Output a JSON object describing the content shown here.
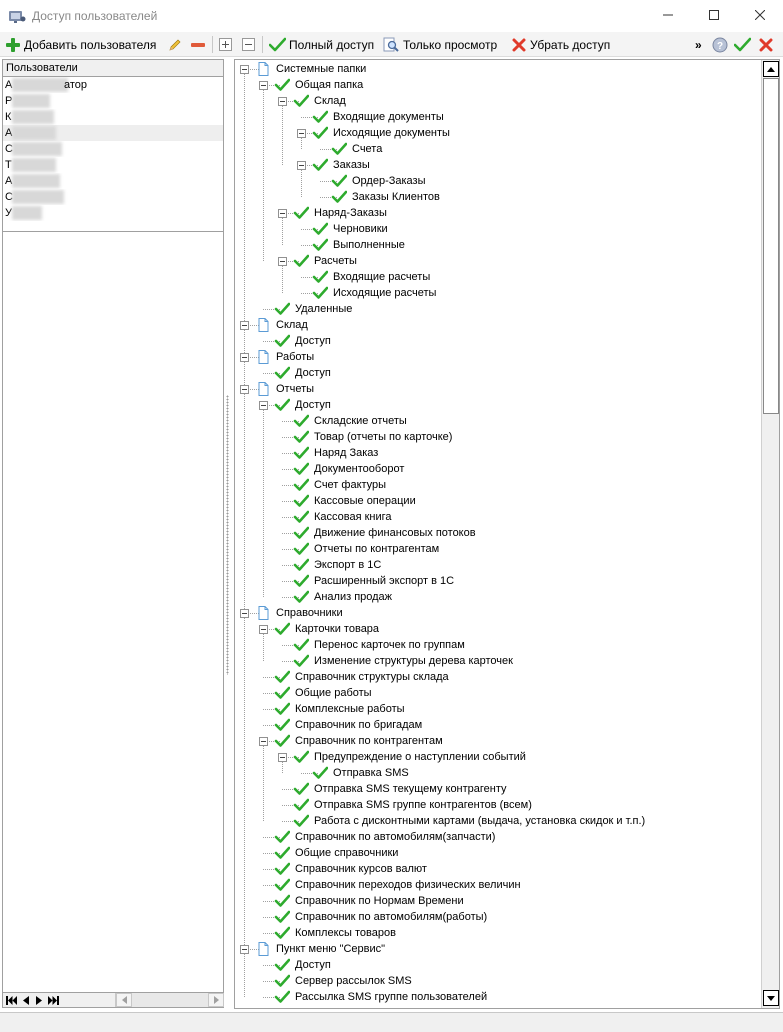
{
  "window": {
    "title": "Доступ пользователей",
    "minimize": "—",
    "maximize": "☐",
    "close": "✕"
  },
  "toolbar": {
    "add_user": "Добавить пользователя",
    "full_access": "Полный доступ",
    "view_only": "Только просмотр",
    "remove_access": "Убрать доступ",
    "overflow": "»"
  },
  "users": {
    "header": "Пользователи",
    "rows": [
      {
        "first": "А",
        "rest": "атор",
        "selected": false
      },
      {
        "first": "Р",
        "rest": "",
        "selected": false
      },
      {
        "first": "К",
        "rest": "",
        "selected": false
      },
      {
        "first": "А",
        "rest": "",
        "selected": true
      },
      {
        "first": "С",
        "rest": "",
        "selected": false
      },
      {
        "first": "Т",
        "rest": "",
        "selected": false
      },
      {
        "first": "А",
        "rest": "",
        "selected": false
      },
      {
        "first": "С",
        "rest": "",
        "selected": false
      },
      {
        "first": "У",
        "rest": "",
        "selected": false
      }
    ]
  },
  "colors": {
    "check": "#2eab2e",
    "doc": "#5b9bd5",
    "add": "#2e9f2e",
    "remove": "#e03a2a"
  },
  "tree": [
    {
      "label": "Системные папки",
      "level": 0,
      "icon": "doc",
      "expandable": true
    },
    {
      "label": "Общая папка",
      "level": 1,
      "icon": "check",
      "expandable": true
    },
    {
      "label": "Склад",
      "level": 2,
      "icon": "check",
      "expandable": true
    },
    {
      "label": "Входящие документы",
      "level": 3,
      "icon": "check",
      "expandable": false
    },
    {
      "label": "Исходящие документы",
      "level": 3,
      "icon": "check",
      "expandable": true
    },
    {
      "label": "Счета",
      "level": 4,
      "icon": "check",
      "expandable": false
    },
    {
      "label": "Заказы",
      "level": 3,
      "icon": "check",
      "expandable": true
    },
    {
      "label": "Ордер-Заказы",
      "level": 4,
      "icon": "check",
      "expandable": false
    },
    {
      "label": "Заказы Клиентов",
      "level": 4,
      "icon": "check",
      "expandable": false
    },
    {
      "label": "Наряд-Заказы",
      "level": 2,
      "icon": "check",
      "expandable": true
    },
    {
      "label": "Черновики",
      "level": 3,
      "icon": "check",
      "expandable": false
    },
    {
      "label": "Выполненные",
      "level": 3,
      "icon": "check",
      "expandable": false
    },
    {
      "label": "Расчеты",
      "level": 2,
      "icon": "check",
      "expandable": true
    },
    {
      "label": "Входящие расчеты",
      "level": 3,
      "icon": "check",
      "expandable": false
    },
    {
      "label": "Исходящие расчеты",
      "level": 3,
      "icon": "check",
      "expandable": false
    },
    {
      "label": "Удаленные",
      "level": 1,
      "icon": "check",
      "expandable": false
    },
    {
      "label": "Склад",
      "level": 0,
      "icon": "doc",
      "expandable": true
    },
    {
      "label": "Доступ",
      "level": 1,
      "icon": "check",
      "expandable": false
    },
    {
      "label": "Работы",
      "level": 0,
      "icon": "doc",
      "expandable": true
    },
    {
      "label": "Доступ",
      "level": 1,
      "icon": "check",
      "expandable": false
    },
    {
      "label": "Отчеты",
      "level": 0,
      "icon": "doc",
      "expandable": true
    },
    {
      "label": "Доступ",
      "level": 1,
      "icon": "check",
      "expandable": true
    },
    {
      "label": "Складские отчеты",
      "level": 2,
      "icon": "check",
      "expandable": false
    },
    {
      "label": "Товар (отчеты по карточке)",
      "level": 2,
      "icon": "check",
      "expandable": false
    },
    {
      "label": "Наряд Заказ",
      "level": 2,
      "icon": "check",
      "expandable": false
    },
    {
      "label": "Документооборот",
      "level": 2,
      "icon": "check",
      "expandable": false
    },
    {
      "label": "Счет фактуры",
      "level": 2,
      "icon": "check",
      "expandable": false
    },
    {
      "label": "Кассовые операции",
      "level": 2,
      "icon": "check",
      "expandable": false
    },
    {
      "label": "Кассовая книга",
      "level": 2,
      "icon": "check",
      "expandable": false
    },
    {
      "label": "Движение финансовых потоков",
      "level": 2,
      "icon": "check",
      "expandable": false
    },
    {
      "label": "Отчеты по контрагентам",
      "level": 2,
      "icon": "check",
      "expandable": false
    },
    {
      "label": "Экспорт в 1С",
      "level": 2,
      "icon": "check",
      "expandable": false
    },
    {
      "label": "Расширенный экспорт в 1С",
      "level": 2,
      "icon": "check",
      "expandable": false
    },
    {
      "label": "Анализ продаж",
      "level": 2,
      "icon": "check",
      "expandable": false
    },
    {
      "label": "Справочники",
      "level": 0,
      "icon": "doc",
      "expandable": true
    },
    {
      "label": "Карточки товара",
      "level": 1,
      "icon": "check",
      "expandable": true
    },
    {
      "label": "Перенос карточек по группам",
      "level": 2,
      "icon": "check",
      "expandable": false
    },
    {
      "label": "Изменение структуры дерева карточек",
      "level": 2,
      "icon": "check",
      "expandable": false
    },
    {
      "label": "Справочник структуры склада",
      "level": 1,
      "icon": "check",
      "expandable": false
    },
    {
      "label": "Общие работы",
      "level": 1,
      "icon": "check",
      "expandable": false
    },
    {
      "label": "Комплексные работы",
      "level": 1,
      "icon": "check",
      "expandable": false
    },
    {
      "label": "Справочник по бригадам",
      "level": 1,
      "icon": "check",
      "expandable": false
    },
    {
      "label": "Справочник по контрагентам",
      "level": 1,
      "icon": "check",
      "expandable": true
    },
    {
      "label": "Предупреждение о наступлении событий",
      "level": 2,
      "icon": "check",
      "expandable": true
    },
    {
      "label": "Отправка SMS",
      "level": 3,
      "icon": "check",
      "expandable": false
    },
    {
      "label": "Отправка SMS текущему контрагенту",
      "level": 2,
      "icon": "check",
      "expandable": false
    },
    {
      "label": "Отправка SMS группе контрагентов (всем)",
      "level": 2,
      "icon": "check",
      "expandable": false
    },
    {
      "label": "Работа с дисконтными картами (выдача, установка скидок и т.п.)",
      "level": 2,
      "icon": "check",
      "expandable": false
    },
    {
      "label": "Справочник по автомобилям(запчасти)",
      "level": 1,
      "icon": "check",
      "expandable": false
    },
    {
      "label": "Общие справочники",
      "level": 1,
      "icon": "check",
      "expandable": false
    },
    {
      "label": "Справочник курсов валют",
      "level": 1,
      "icon": "check",
      "expandable": false
    },
    {
      "label": "Справочник переходов физических величин",
      "level": 1,
      "icon": "check",
      "expandable": false
    },
    {
      "label": "Справочник по Нормам Времени",
      "level": 1,
      "icon": "check",
      "expandable": false
    },
    {
      "label": "Справочник по автомобилям(работы)",
      "level": 1,
      "icon": "check",
      "expandable": false
    },
    {
      "label": "Комплексы товаров",
      "level": 1,
      "icon": "check",
      "expandable": false
    },
    {
      "label": "Пункт меню \"Сервис\"",
      "level": 0,
      "icon": "doc",
      "expandable": true
    },
    {
      "label": "Доступ",
      "level": 1,
      "icon": "check",
      "expandable": false
    },
    {
      "label": "Сервер рассылок SMS",
      "level": 1,
      "icon": "check",
      "expandable": false
    },
    {
      "label": "Рассылка SMS группе пользователей",
      "level": 1,
      "icon": "check",
      "expandable": false
    }
  ]
}
